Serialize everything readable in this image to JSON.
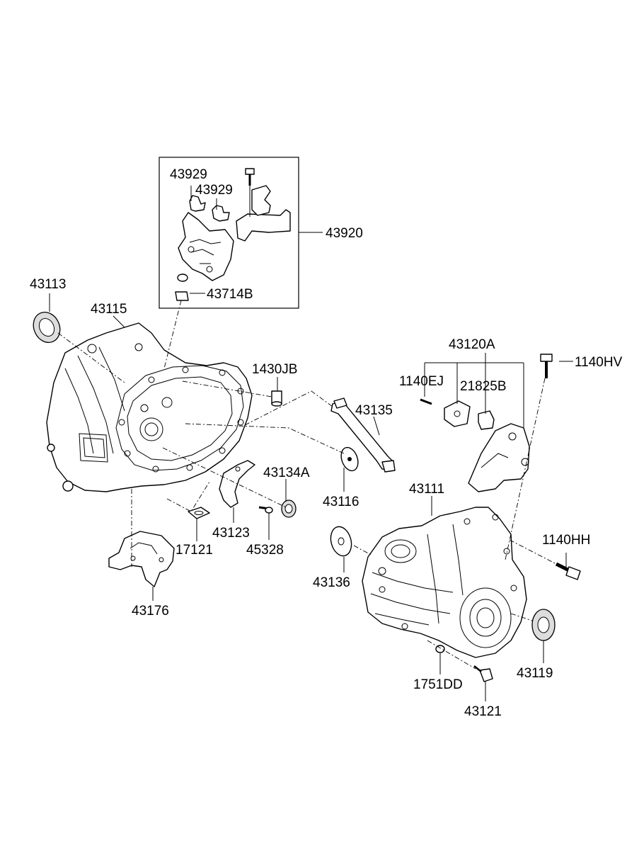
{
  "labels": {
    "l43929a": "43929",
    "l43929b": "43929",
    "l43920": "43920",
    "l43714b": "43714B",
    "l43113": "43113",
    "l43115": "43115",
    "l1430jb": "1430JB",
    "l43135": "43135",
    "l43120a": "43120A",
    "l1140hv": "1140HV",
    "l1140ej": "1140EJ",
    "l21825b": "21825B",
    "l43134a": "43134A",
    "l43116": "43116",
    "l43111": "43111",
    "l43123": "43123",
    "l17121": "17121",
    "l45328": "45328",
    "l43176": "43176",
    "l1140hh": "1140HH",
    "l43136": "43136",
    "l43119": "43119",
    "l1751dd": "1751DD",
    "l43121": "43121"
  }
}
